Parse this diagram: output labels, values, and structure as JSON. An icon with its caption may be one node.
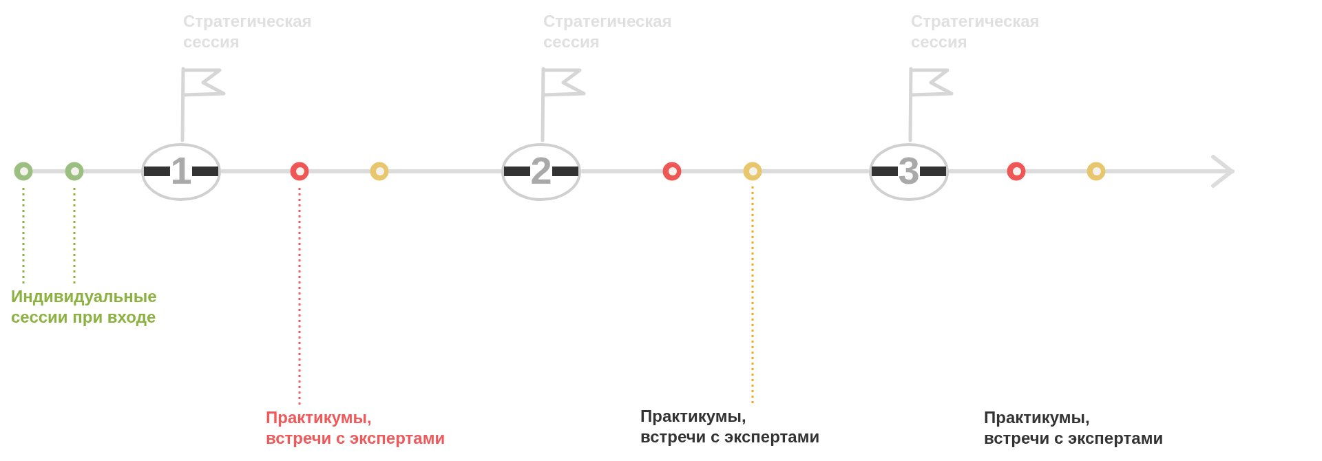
{
  "diagram": {
    "nodes": [
      {
        "text": [],
        "shape": "circle"
      },
      {
        "text": [],
        "shape": "circle"
      },
      {
        "text": [
          "1"
        ]
      },
      {
        "text": [],
        "shape": "circle"
      },
      {
        "text": [],
        "shape": "circle"
      },
      {
        "text": [
          "2"
        ]
      },
      {
        "text": [],
        "shape": "circle"
      },
      {
        "text": [],
        "shape": "circle"
      },
      {
        "text": [
          "3"
        ]
      },
      {
        "text": [],
        "shape": "circle"
      },
      {
        "text": [],
        "shape": "circle"
      },
      {
        "text": [
          "Индивидуальные сессии при входе"
        ]
      },
      {
        "text": [
          "Практикумы, встречи с экспертами"
        ]
      },
      {
        "text": [
          "Практикумы, встречи с экспертами"
        ]
      }
    ],
    "edges": [
      {
        "from": 0,
        "to": 1,
        "arrow": "none"
      },
      {
        "from": 1,
        "to": 2,
        "arrow": "none"
      },
      {
        "from": 2,
        "to": 3,
        "arrow": "none"
      },
      {
        "from": 3,
        "to": 4,
        "arrow": "none"
      },
      {
        "from": 4,
        "to": 5,
        "arrow": "none"
      },
      {
        "from": 5,
        "to": 6,
        "arrow": "none"
      },
      {
        "from": 6,
        "to": 7,
        "arrow": "none"
      },
      {
        "from": 7,
        "to": 8,
        "arrow": "none"
      },
      {
        "from": 8,
        "to": 9,
        "arrow": "none"
      },
      {
        "from": 9,
        "to": 10,
        "arrow": "none"
      },
      {
        "from": 10,
        "to": null,
        "arrow": "to"
      },
      {
        "from": 11,
        "to": 0,
        "arrow": "none",
        "style": "dashed",
        "color": "#8bb23f"
      },
      {
        "from": 11,
        "to": 1,
        "arrow": "none",
        "style": "dashed",
        "color": "#8bb23f"
      },
      {
        "from": 12,
        "to": 3,
        "arrow": "none",
        "style": "dashed",
        "color": "#f0585a"
      },
      {
        "from": 13,
        "to": 7,
        "arrow": "none",
        "style": "dashed",
        "color": "#f5a81c"
      }
    ],
    "labels": [
      "Стратегическая сессия",
      "Стратегическая сессия",
      "Стратегическая сессия",
      "Практикумы, встречи с экспертами"
    ]
  }
}
